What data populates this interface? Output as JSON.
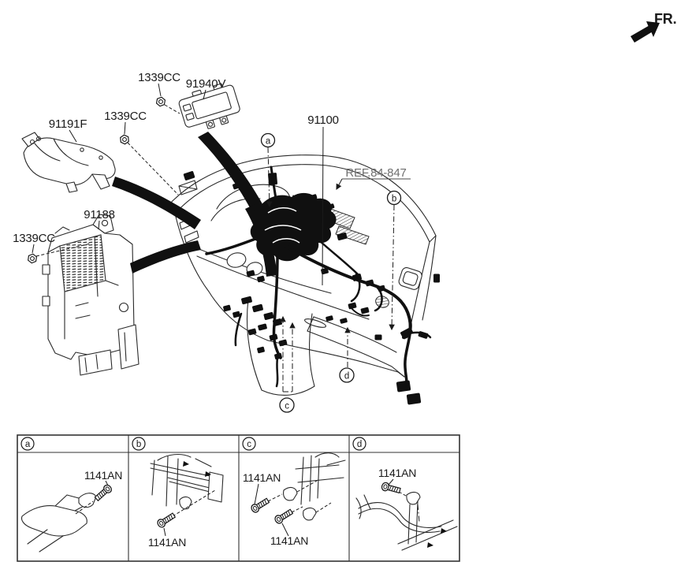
{
  "colors": {
    "ink": "#1a1a1a",
    "line": "#2a2a2a",
    "ref_gray": "#6f6f6f",
    "background": "#ffffff"
  },
  "direction_indicator": {
    "label": "FR."
  },
  "parts": {
    "cover_label": "91191F",
    "module_label": "91940V",
    "junction_box_label": "91188",
    "main_wiring_label": "91100",
    "nut_label": "1339CC",
    "ref_label": "REF.84-847"
  },
  "callouts": {
    "a": "a",
    "b": "b",
    "c": "c",
    "d": "d"
  },
  "table": {
    "columns": [
      {
        "callout": "a",
        "bolts": [
          "1141AN"
        ]
      },
      {
        "callout": "b",
        "bolts": [
          "1141AN"
        ]
      },
      {
        "callout": "c",
        "bolts": [
          "1141AN",
          "1141AN"
        ]
      },
      {
        "callout": "d",
        "bolts": [
          "1141AN"
        ]
      }
    ]
  }
}
